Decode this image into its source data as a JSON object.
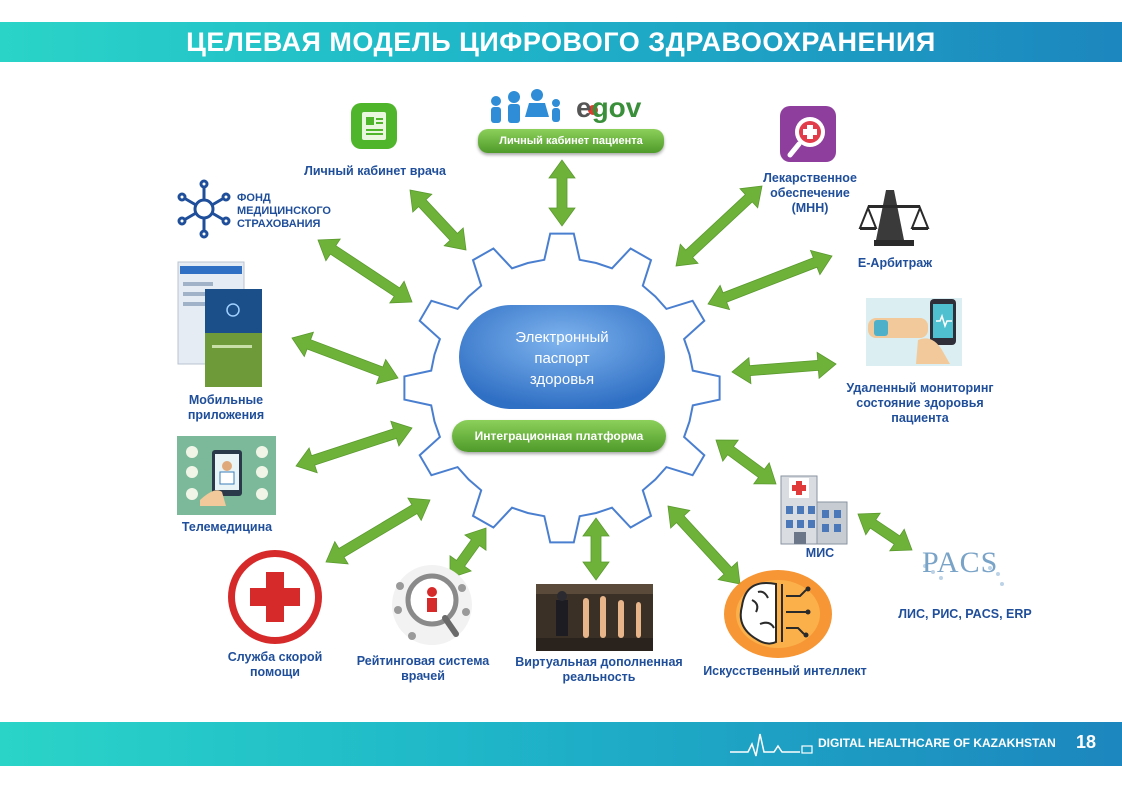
{
  "title": "ЦЕЛЕВАЯ МОДЕЛЬ ЦИФРОВОГО ЗДРАВООХРАНЕНИЯ",
  "center": {
    "title_lines": [
      "Электронный",
      "паспорт",
      "здоровья"
    ],
    "platform": "Интеграционная платформа"
  },
  "nodes": {
    "doctor_cabinet": "Личный кабинет врача",
    "patient_cabinet": "Личный кабинет пациента",
    "egov_logo": "egov",
    "fund_logo_lines": [
      "ФОНД",
      "МЕДИЦИНСКОГО",
      "СТРАХОВАНИЯ"
    ],
    "drug_supply_lines": [
      "Лекарственное",
      "обеспечение",
      "(МНН)"
    ],
    "arbitration": "Е-Арбитраж",
    "remote_monitoring_lines": [
      "Удаленный мониторинг",
      "состояние здоровья",
      "пациента"
    ],
    "mobile_apps_lines": [
      "Мобильные",
      "приложения"
    ],
    "telemedicine": "Телемедицина",
    "mis": "МИС",
    "lis_ris": "ЛИС, РИС, PACS, ERP",
    "pacs_logo": "PACS",
    "ambulance_lines": [
      "Служба скорой",
      "помощи"
    ],
    "rating_lines": [
      "Рейтинговая система",
      "врачей"
    ],
    "vr_lines": [
      "Виртуальная дополненная",
      "реальность"
    ],
    "ai": "Искусственный интеллект"
  },
  "footer": {
    "brand": "DIGITAL HEALTHCARE  OF KAZAKHSTAN",
    "page": "18"
  },
  "colors": {
    "banner": "#1fb8c9",
    "gear_outline": "#4a7fd0",
    "center_blob": "#4f8fd8",
    "arrow": "#6fb23a",
    "label": "#1f4e9a"
  }
}
